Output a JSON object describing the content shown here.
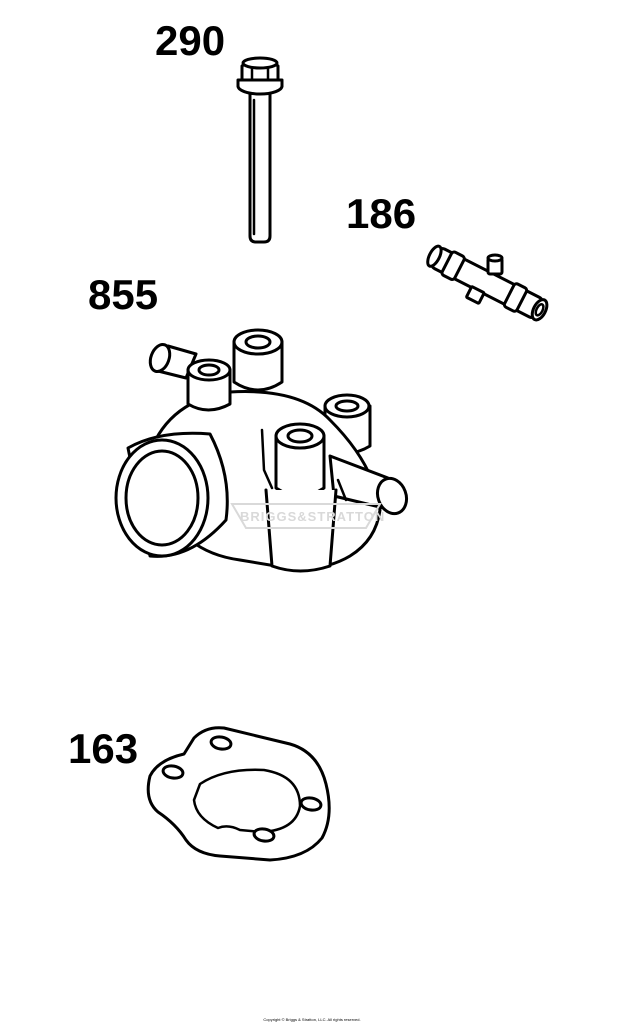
{
  "parts": [
    {
      "number": "290",
      "icon": "bolt-icon"
    },
    {
      "number": "186",
      "icon": "tube-connector-icon"
    },
    {
      "number": "855",
      "icon": "thermostat-housing-icon"
    },
    {
      "number": "163",
      "icon": "gasket-icon"
    }
  ],
  "watermark": "BRIGGS&STRATTON",
  "copyright": "Copyright © Briggs & Stratton, LLC. All rights reserved."
}
